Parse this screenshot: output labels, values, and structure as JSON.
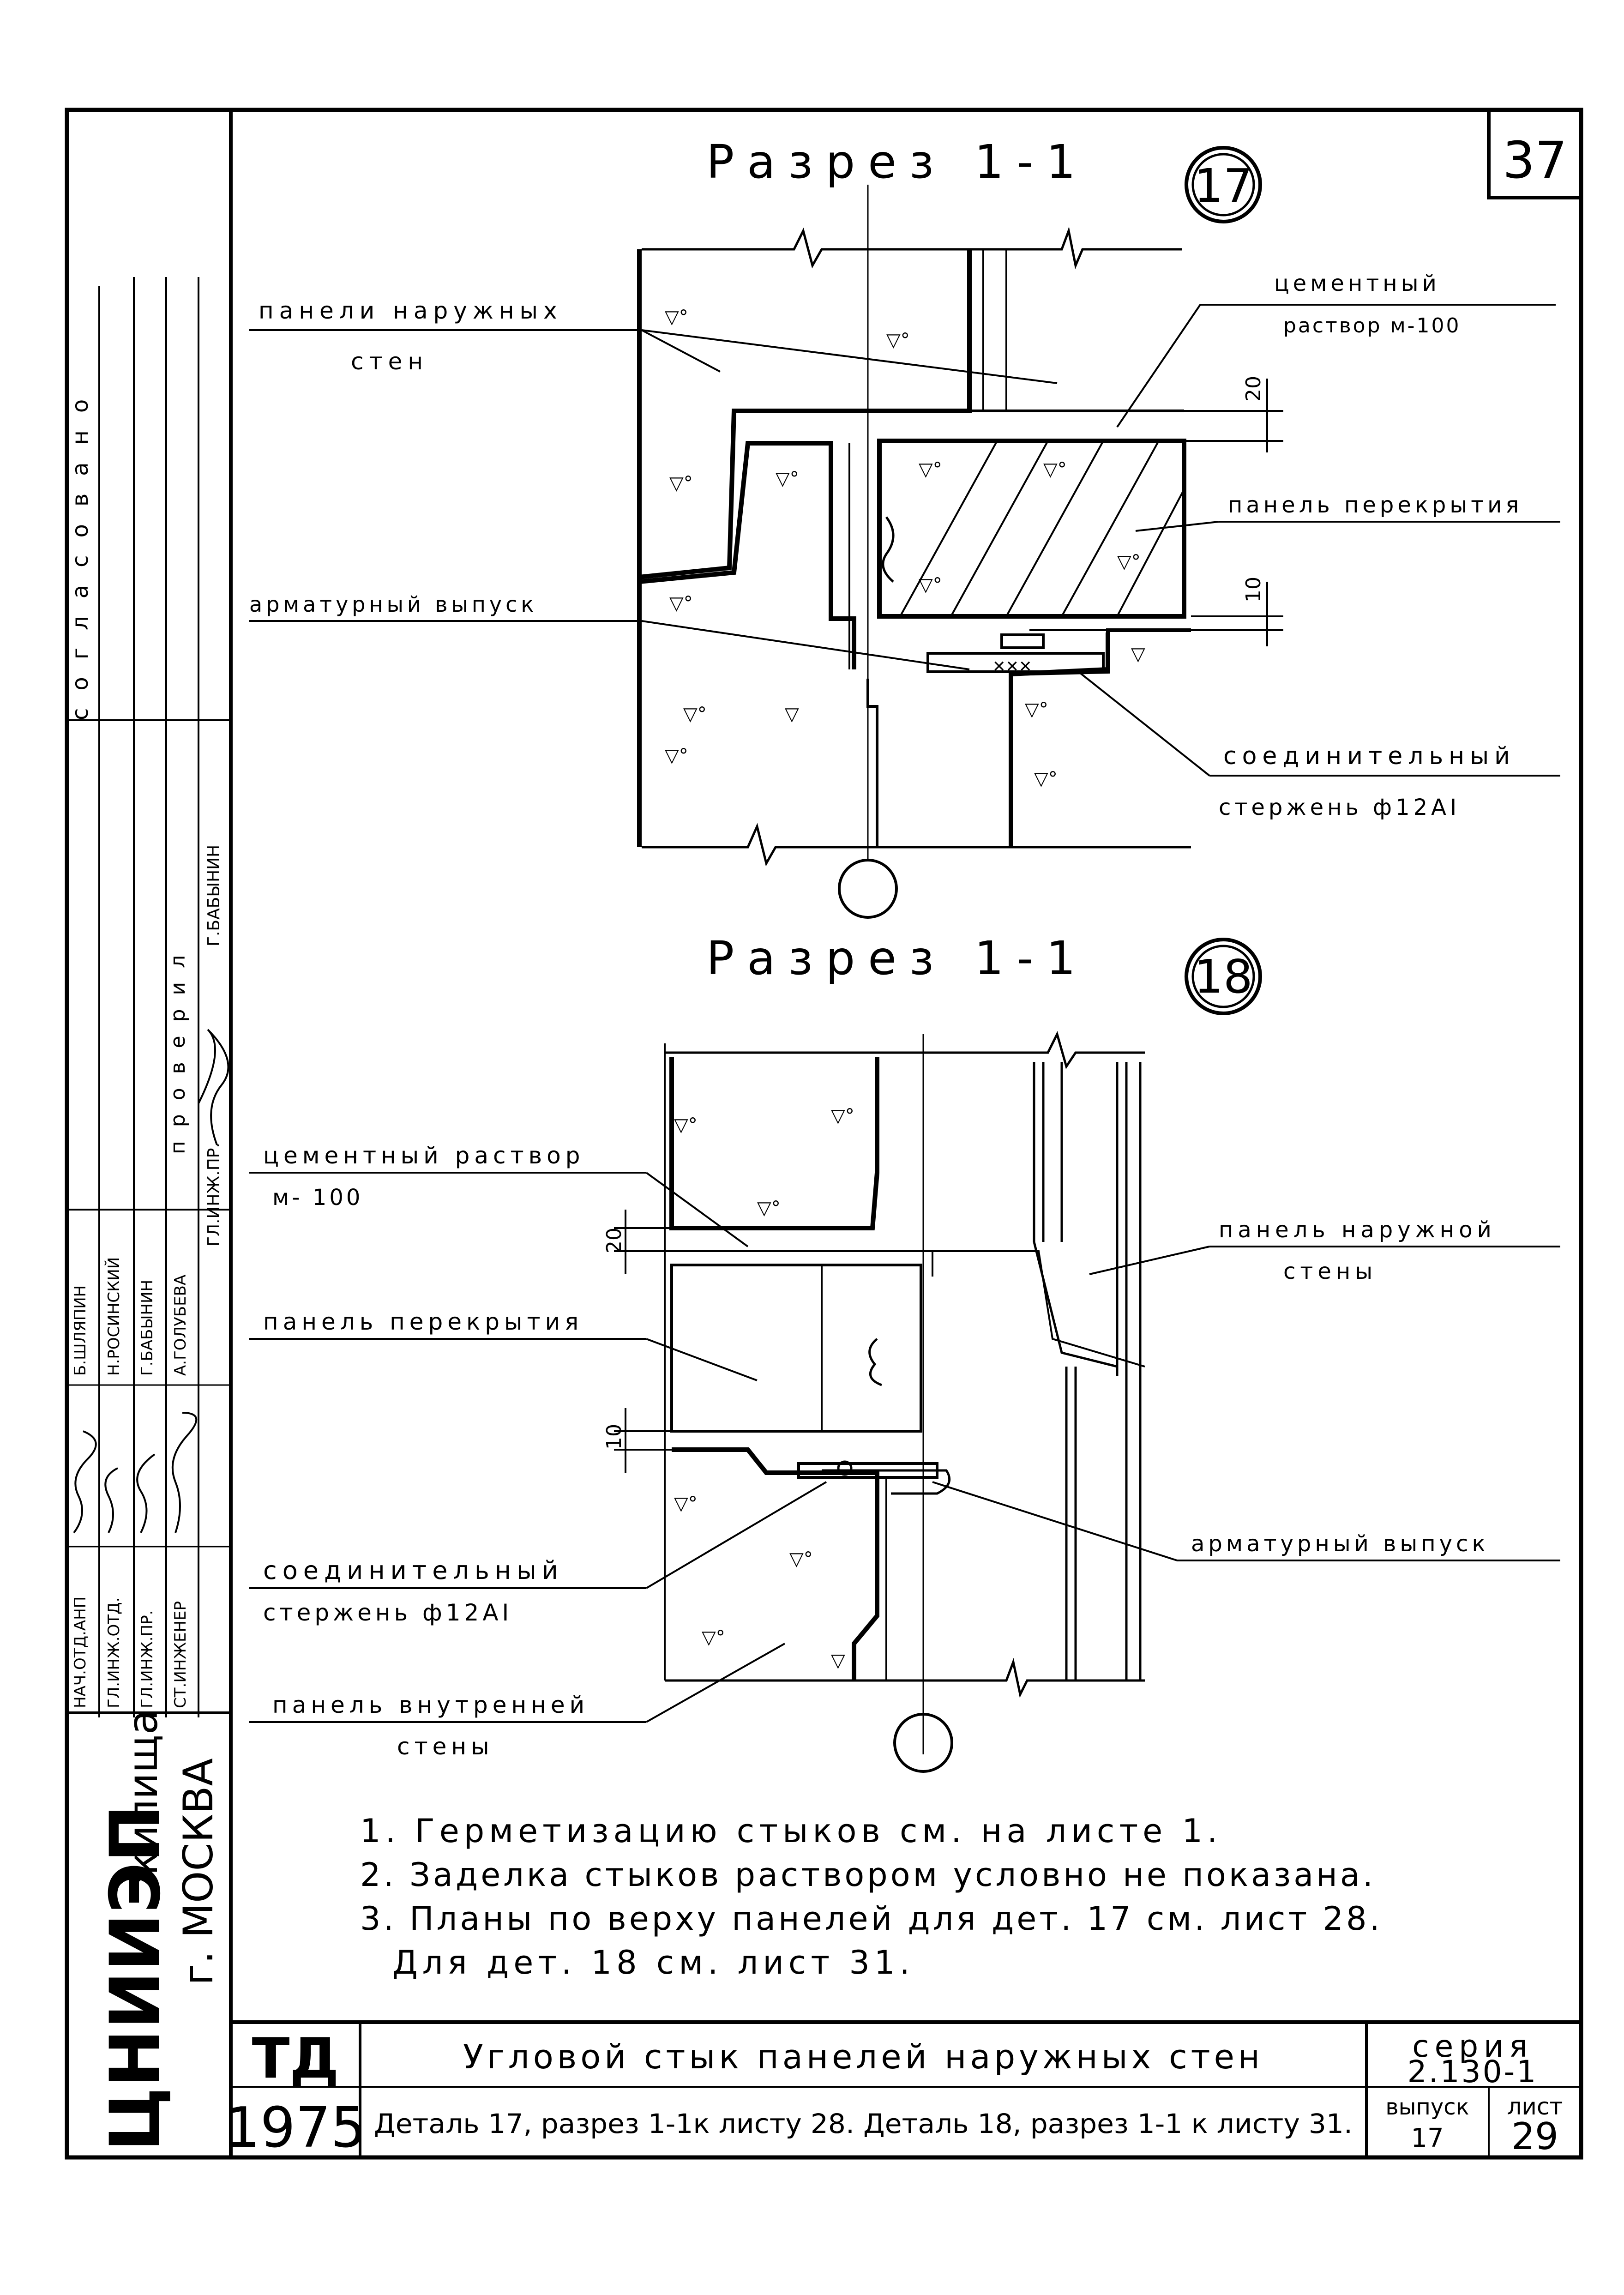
{
  "sheet": {
    "number": "37",
    "series_label": "серия",
    "series_value": "2.130-1",
    "issue_label": "выпуск",
    "issue_value": "17",
    "sheet_label": "лист",
    "sheet_value": "29",
    "doc_type": "ТД",
    "year": "1975",
    "title": "Угловой стык панелей наружных стен",
    "subtitle": "Деталь 17, разрез 1-1к листу 28. Деталь 18, разрез 1-1 к листу 31."
  },
  "org": {
    "name": "ЦНИИЭП",
    "suffix": "жилища",
    "city": "г. МОСКВА"
  },
  "side_block": {
    "agreed": "согласовано",
    "checked": "проверил",
    "checker_role": "ГЛ.ИНЖ.ПР.",
    "checker_name": "Г.БАБЫНИН",
    "rows": [
      {
        "role": "НАЧ.ОТД.АНП",
        "name": "Б.ШЛЯПИН"
      },
      {
        "role": "ГЛ.ИНЖ.ОТД.",
        "name": "Н.РОСИНСКИЙ"
      },
      {
        "role": "ГЛ.ИНЖ.ПР.",
        "name": "Г.БАБЫНИН"
      },
      {
        "role": "СТ.ИНЖЕНЕР",
        "name": "А.ГОЛУБЕВА"
      }
    ]
  },
  "detail17": {
    "title": "Разрез 1-1",
    "marker": "17",
    "label_outer_panels_1": "панели наружных",
    "label_outer_panels_2": "стен",
    "label_mortar_1": "цементный",
    "label_mortar_2": "раствор м-100",
    "label_floor_panel": "панель перекрытия",
    "label_rebar": "арматурный выпуск",
    "label_connector_1": "соединительный",
    "label_connector_2": "стержень ф12АI",
    "dim_top": "20",
    "dim_bottom": "10"
  },
  "detail18": {
    "title": "Разрез 1-1",
    "marker": "18",
    "label_mortar_1": "цементный раствор",
    "label_mortar_2": "м- 100",
    "label_outer_panel_1": "панель наружной",
    "label_outer_panel_2": "стены",
    "label_floor_panel": "панель перекрытия",
    "label_rebar": "арматурный выпуск",
    "label_connector_1": "соединительный",
    "label_connector_2": "стержень ф12АI",
    "label_inner_panel_1": "панель внутренней",
    "label_inner_panel_2": "стены",
    "dim_top": "20",
    "dim_bottom": "10"
  },
  "notes": [
    "1. Герметизацию стыков см. на листе 1.",
    "2. Заделка стыков раствором условно не показана.",
    "3. Планы по верху панелей для дет. 17 см. лист 28.",
    "Для дет. 18 см. лист 31."
  ]
}
